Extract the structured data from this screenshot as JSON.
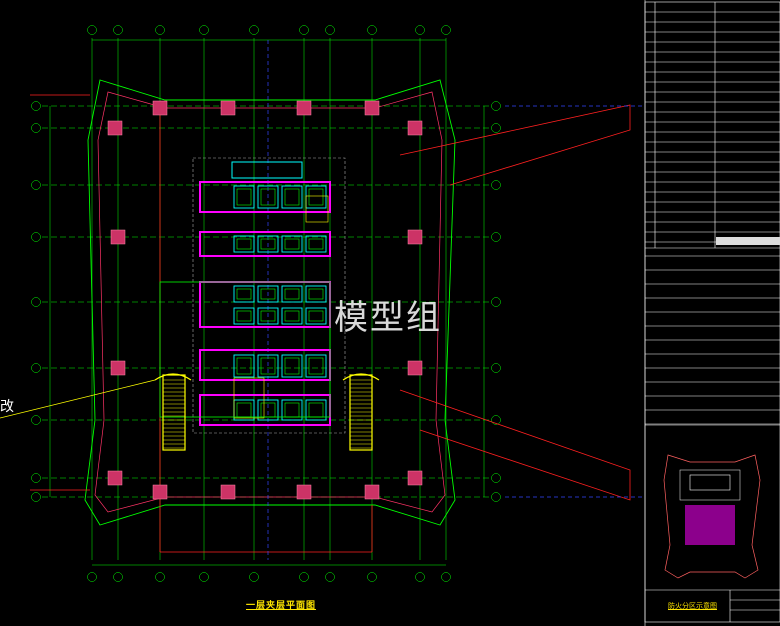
{
  "drawing": {
    "title": "一层夹层平面图",
    "watermark": "模型组",
    "side_fragment": "改",
    "inset_caption": "防火分区示意图"
  },
  "colors": {
    "background": "#000000",
    "axis": "#00ff00",
    "wall": "#ff3366",
    "column": "#cc3366",
    "core_box": "#ff00ff",
    "room_cyan": "#00ffff",
    "stair_yellow": "#ffff00",
    "redline": "#ff2020",
    "blue_dash": "#3344ff",
    "table_lines": "#ffffff"
  },
  "icons": [
    "axis-bubble-icon",
    "column-icon",
    "stair-icon",
    "north-line-icon"
  ]
}
